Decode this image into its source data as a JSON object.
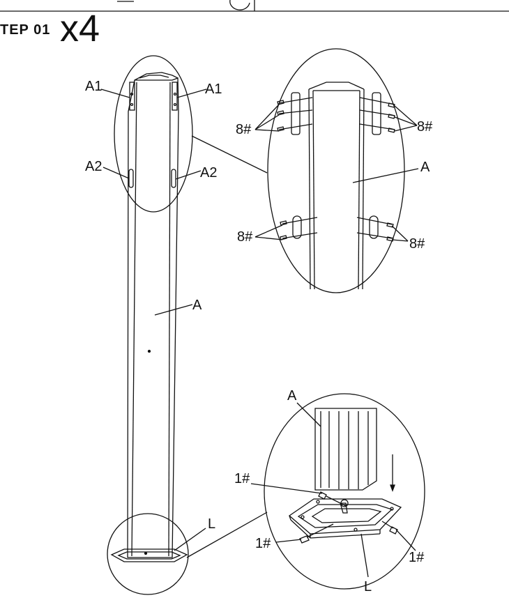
{
  "header": {
    "step": "TEP  01",
    "quantity": "x4"
  },
  "labels": {
    "post": "A",
    "top_bracket": "A1",
    "mid_bracket": "A2",
    "base_plate": "L",
    "screw_8": "8#",
    "bolt_1": "1#"
  }
}
